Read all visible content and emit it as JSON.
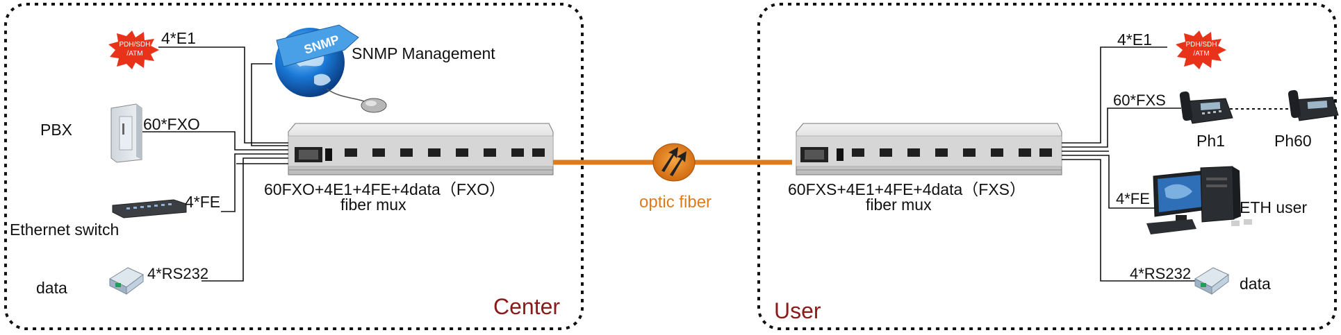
{
  "colors": {
    "fiber": "#e07b1a",
    "zone_label": "#8b1a1a",
    "burst_fill": "#e8321a",
    "burst_text": "#ffffff"
  },
  "zones": {
    "center_label": "Center",
    "user_label": "User"
  },
  "center": {
    "burst": {
      "line1": "PDH/SDH",
      "line2": "/ATM"
    },
    "e1_label": "4*E1",
    "snmp_label": "SNMP Management",
    "pbx_label": "PBX",
    "fxo_label": "60*FXO",
    "fe_label": "4*FE",
    "switch_label": "Ethernet switch",
    "rs232_label": "4*RS232",
    "data_label": "data",
    "mux_model": "60FXO+4E1+4FE+4data（FXO）",
    "mux_desc": "fiber  mux",
    "globe_text": "SNMP"
  },
  "link": {
    "label": "optic fiber"
  },
  "user": {
    "burst": {
      "line1": "PDH/SDH",
      "line2": "/ATM"
    },
    "e1_label": "4*E1",
    "fxs_label": "60*FXS",
    "ph1_label": "Ph1",
    "ph60_label": "Ph60",
    "fe_label": "4*FE",
    "eth_user_label": "ETH user",
    "rs232_label": "4*RS232",
    "data_label": "data",
    "mux_model": "60FXS+4E1+4FE+4data（FXS）",
    "mux_desc": "fiber  mux"
  },
  "icons": [
    "burst-icon",
    "globe-icon",
    "mouse-icon",
    "cabinet-icon",
    "switch-icon",
    "converter-icon",
    "rack-mux-icon",
    "fiber-connector-icon",
    "phone-icon",
    "computer-icon"
  ]
}
